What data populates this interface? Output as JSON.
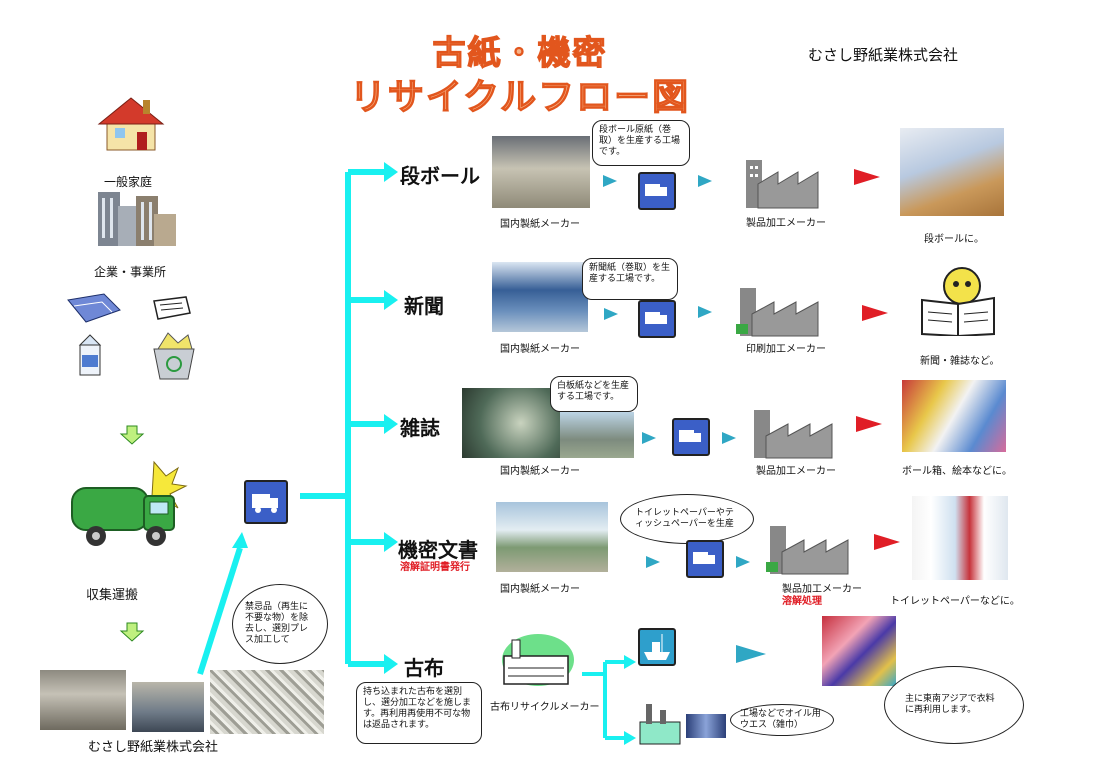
{
  "title": {
    "line1": "古紙・機密",
    "line2": "リサイクルフロー図"
  },
  "company_top": "むさし野紙業株式会社",
  "sources": {
    "household": "一般家庭",
    "business": "企業・事業所"
  },
  "collection": "収集運搬",
  "company_bottom": "むさし野紙業株式会社",
  "sorting_note": "禁忌品（再生に不要な物）を除去し、選別プレス加工して",
  "categories": [
    {
      "name": "段ボール",
      "mill_label": "国内製紙メーカー",
      "mill_note": "段ボール原紙（巻取）を生産する工場です。",
      "factory_label": "製品加工メーカー",
      "product": "段ボールに。"
    },
    {
      "name": "新聞",
      "mill_label": "国内製紙メーカー",
      "mill_note": "新聞紙（巻取）を生産する工場です。",
      "factory_label": "印刷加工メーカー",
      "product": "新聞・雑誌など。"
    },
    {
      "name": "雑誌",
      "mill_label": "国内製紙メーカー",
      "mill_note": "白板紙などを生産する工場です。",
      "factory_label": "製品加工メーカー",
      "product": "ボール箱、絵本などに。"
    },
    {
      "name": "機密文書",
      "sub": "溶解証明書発行",
      "mill_label": "国内製紙メーカー",
      "mill_note": "トイレットペーパーやティッシュペーパーを生産",
      "factory_label": "製品加工メーカー",
      "factory_sub": "溶解処理",
      "product": "トイレットペーパーなどに。"
    },
    {
      "name": "古布",
      "mill_label": "古布リサイクルメーカー",
      "mill_note": "持ち込まれた古布を選別し、選分加工などを施します。再利用再使用不可な物は返品されます。",
      "waste_note": "工場などでオイル用ウエス（雑巾）",
      "export_note": "主に東南アジアで衣料に再利用します。"
    }
  ],
  "colors": {
    "flow_line": "#19f0f0",
    "title_fill": "#f7b48a",
    "title_stroke": "#e2561d",
    "accent_red": "#e01e26",
    "truck_blue": "#3b5fc7",
    "arrow_teal": "#2fa7c4"
  }
}
